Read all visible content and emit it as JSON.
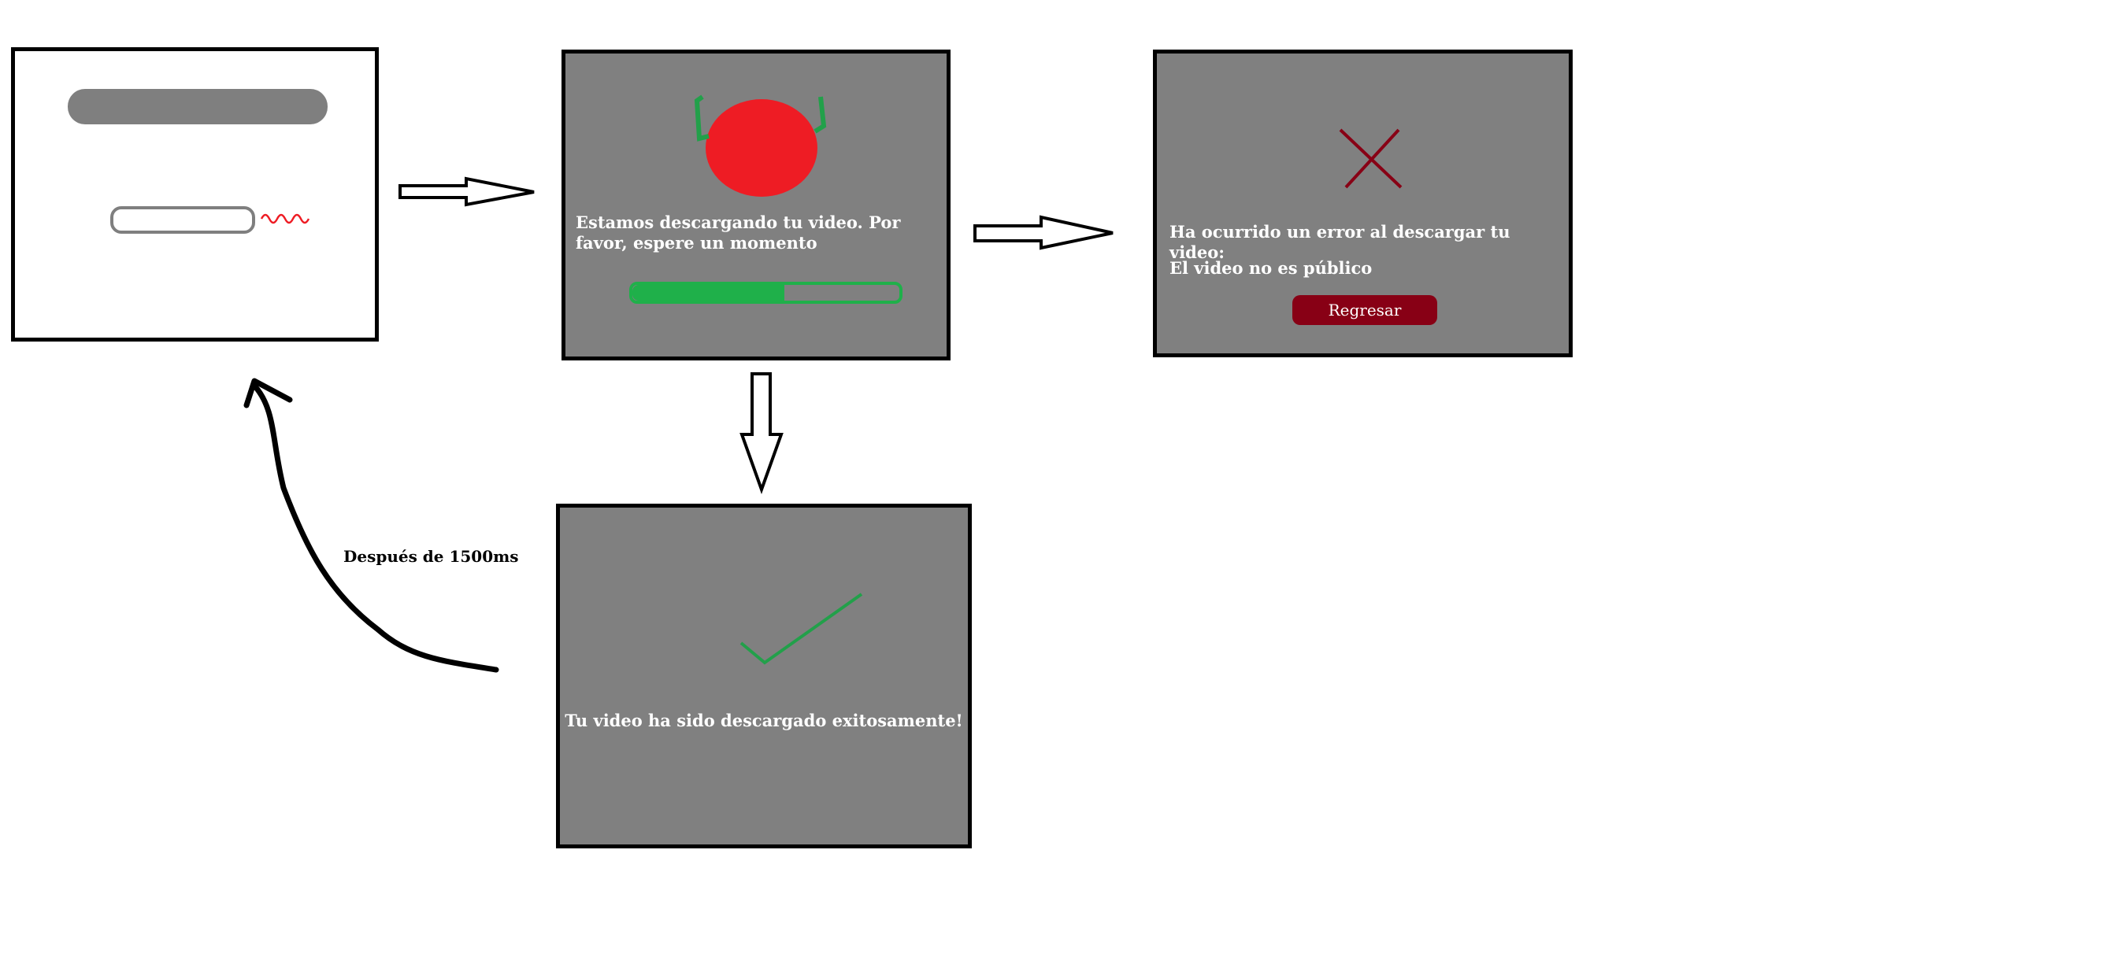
{
  "colors": {
    "panel_gray": "#808080",
    "progress_green": "#1fb04a",
    "spinner_red": "#ee1c24",
    "error_dark_red": "#880015",
    "check_green": "#22a04a",
    "input_gray": "#7f7f7f"
  },
  "screens": {
    "input": {
      "icons": [
        "url-bar-shape",
        "input-field-shape",
        "squiggle-icon"
      ]
    },
    "loading": {
      "message": "Estamos descargando tu video. Por favor, espere un momento",
      "progress_fraction": 0.57,
      "icons": [
        "spinner-circle-icon"
      ]
    },
    "error": {
      "title": "Ha ocurrido un error al descargar tu video:",
      "detail": "El video no es público",
      "button_label": "Regresar",
      "icons": [
        "close-x-icon"
      ]
    },
    "success": {
      "message": "Tu video ha sido descargado exitosamente!",
      "icons": [
        "checkmark-icon"
      ]
    }
  },
  "arrows": {
    "loop_label": "Después de 1500ms"
  }
}
